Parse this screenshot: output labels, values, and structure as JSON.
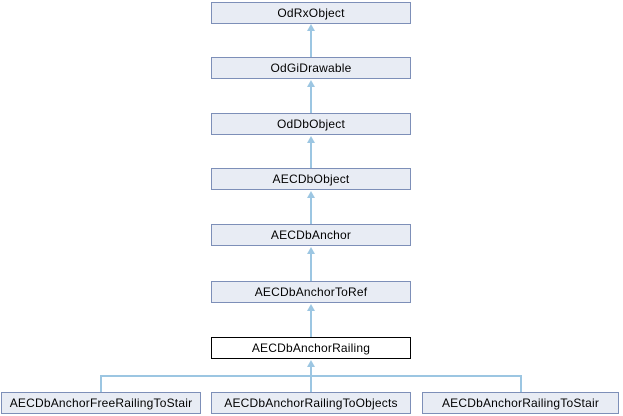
{
  "diagram": {
    "type": "class-inheritance-graph",
    "direction": "children-point-up-to-parents",
    "colors": {
      "node_fill": "#e8ecf4",
      "node_border": "#7d8fb8",
      "highlight_fill": "#ffffff",
      "highlight_border": "#000000",
      "arrow": "#9cc6e2",
      "text": "#000000"
    },
    "nodes": [
      {
        "id": "odrxobject",
        "label": "OdRxObject",
        "highlighted": false
      },
      {
        "id": "odgidrawable",
        "label": "OdGiDrawable",
        "highlighted": false
      },
      {
        "id": "oddbobject",
        "label": "OdDbObject",
        "highlighted": false
      },
      {
        "id": "aecdbobject",
        "label": "AECDbObject",
        "highlighted": false
      },
      {
        "id": "aecdbanchor",
        "label": "AECDbAnchor",
        "highlighted": false
      },
      {
        "id": "aecdbanchortoref",
        "label": "AECDbAnchorToRef",
        "highlighted": false
      },
      {
        "id": "aecdbanchorrailing",
        "label": "AECDbAnchorRailing",
        "highlighted": true
      },
      {
        "id": "aecdbanchorfreerailingtostair",
        "label": "AECDbAnchorFreeRailingToStair",
        "highlighted": false
      },
      {
        "id": "aecdbanchorrailingtoobjects",
        "label": "AECDbAnchorRailingToObjects",
        "highlighted": false
      },
      {
        "id": "aecdbanchorrailingtostair",
        "label": "AECDbAnchorRailingToStair",
        "highlighted": false
      }
    ],
    "edges": [
      {
        "from": "OdGiDrawable",
        "to": "OdRxObject"
      },
      {
        "from": "OdDbObject",
        "to": "OdGiDrawable"
      },
      {
        "from": "AECDbObject",
        "to": "OdDbObject"
      },
      {
        "from": "AECDbAnchor",
        "to": "AECDbObject"
      },
      {
        "from": "AECDbAnchorToRef",
        "to": "AECDbAnchor"
      },
      {
        "from": "AECDbAnchorRailing",
        "to": "AECDbAnchorToRef"
      },
      {
        "from": "AECDbAnchorFreeRailingToStair",
        "to": "AECDbAnchorRailing"
      },
      {
        "from": "AECDbAnchorRailingToObjects",
        "to": "AECDbAnchorRailing"
      },
      {
        "from": "AECDbAnchorRailingToStair",
        "to": "AECDbAnchorRailing"
      }
    ]
  }
}
